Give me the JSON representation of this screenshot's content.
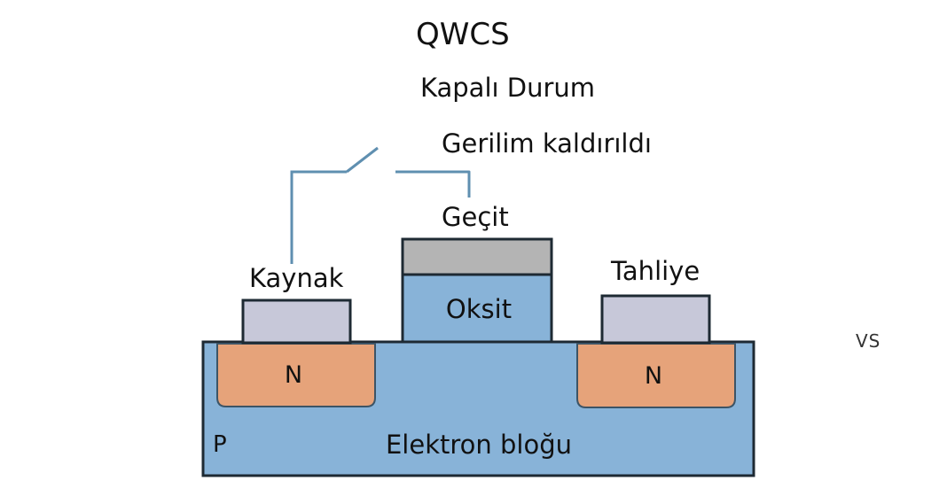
{
  "title": "QWCS",
  "state_label": "Kapalı Durum",
  "voltage_label": "Gerilim kaldırıldı",
  "terminals": {
    "gate": "Geçit",
    "source": "Kaynak",
    "drain": "Tahliye"
  },
  "layers": {
    "oxide": "Oksit",
    "n_left": "N",
    "n_right": "N",
    "substrate_type": "P",
    "substrate": "Elektron bloğu"
  },
  "comparison_label": "VS",
  "switch_state": "open",
  "colors": {
    "wire": "#5f8fb0",
    "substrate": "#88b3d8",
    "n_region": "#e6a37a",
    "contact": "#c7c8d9",
    "gate": "#b4b4b4",
    "oxide": "#88b3d8",
    "outline": "#1e2a33"
  }
}
